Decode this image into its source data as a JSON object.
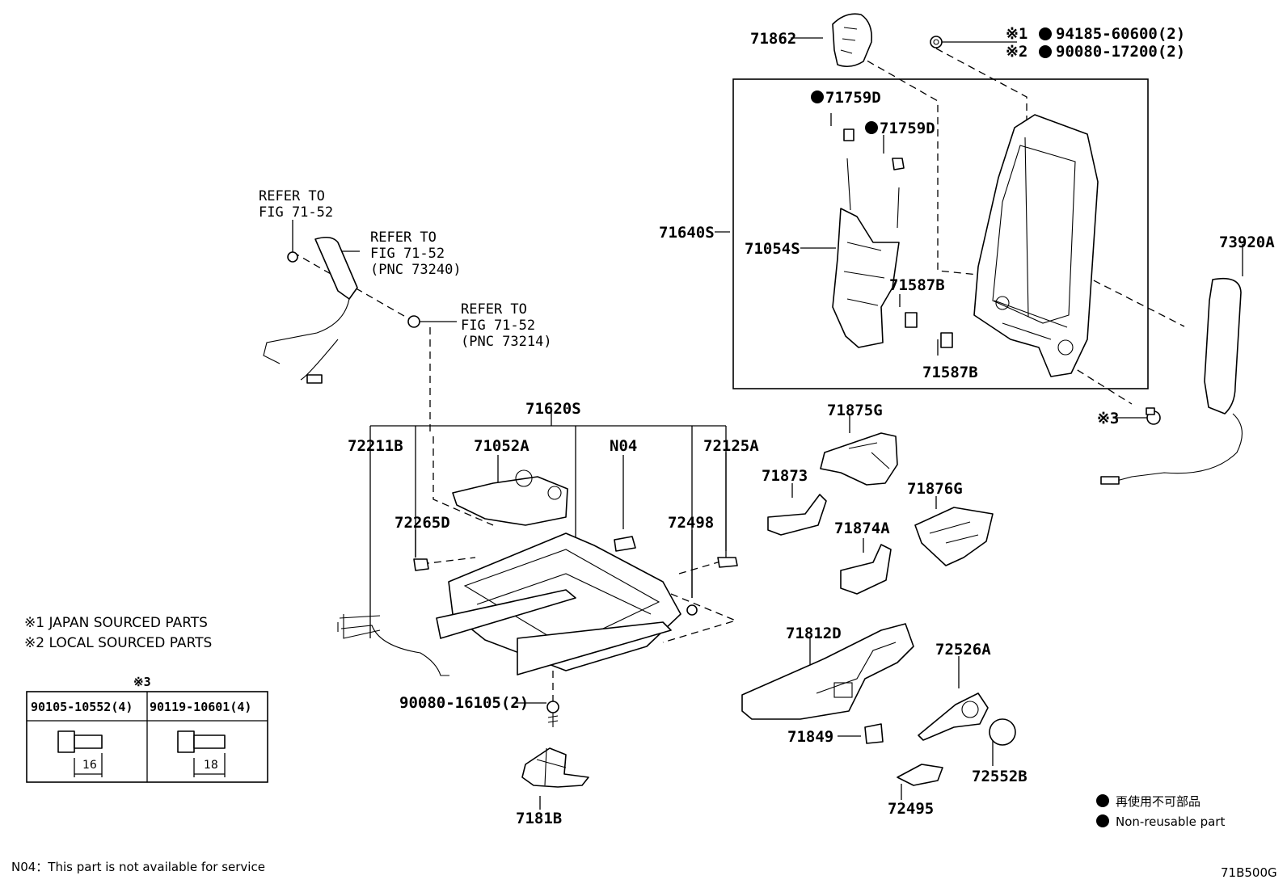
{
  "diagram_id": "71B500G",
  "part_numbers": {
    "p71862": "71862",
    "p71759d_a": "71759D",
    "p71759d_b": "71759D",
    "p71640s": "71640S",
    "p71054s": "71054S",
    "p71587b_a": "71587B",
    "p71587b_b": "71587B",
    "p73920a": "73920A",
    "p71620s": "71620S",
    "p72211b": "72211B",
    "p71052a": "71052A",
    "pn04": "N04",
    "p72125a": "72125A",
    "p72265d": "72265D",
    "p72498": "72498",
    "p71875g": "71875G",
    "p71873": "71873",
    "p71876g": "71876G",
    "p71874a": "71874A",
    "p71812d": "71812D",
    "p72526a": "72526A",
    "p71849": "71849",
    "p72552b": "72552B",
    "p72495": "72495",
    "p7181b": "7181B",
    "p90080_16105": "90080-16105(2)"
  },
  "bolt_callouts": {
    "mark1": "※1",
    "mark2": "※2",
    "mark3": "※3",
    "bolt1": "94185-60600(2)",
    "bolt2": "90080-17200(2)"
  },
  "refer_notes": {
    "r1_line1": "REFER TO",
    "r1_line2": "FIG 71-52",
    "r2_line1": "REFER TO",
    "r2_line2": "FIG 71-52",
    "r2_line3": "(PNC 73240)",
    "r3_line1": "REFER TO",
    "r3_line2": "FIG 71-52",
    "r3_line3": "(PNC 73214)"
  },
  "legend": {
    "japan": "※1  JAPAN SOURCED PARTS",
    "local": "※2  LOCAL SOURCED PARTS",
    "table_header": "※3",
    "col1_part": "90105-10552(4)",
    "col2_part": "90119-10601(4)",
    "col1_dim": "16",
    "col2_dim": "18",
    "nonreusable_jp": "再使用不可部品",
    "nonreusable_en": "Non-reusable part"
  },
  "footer": {
    "n04_note": "N04：This part is not available for service",
    "code": "71B500G"
  }
}
